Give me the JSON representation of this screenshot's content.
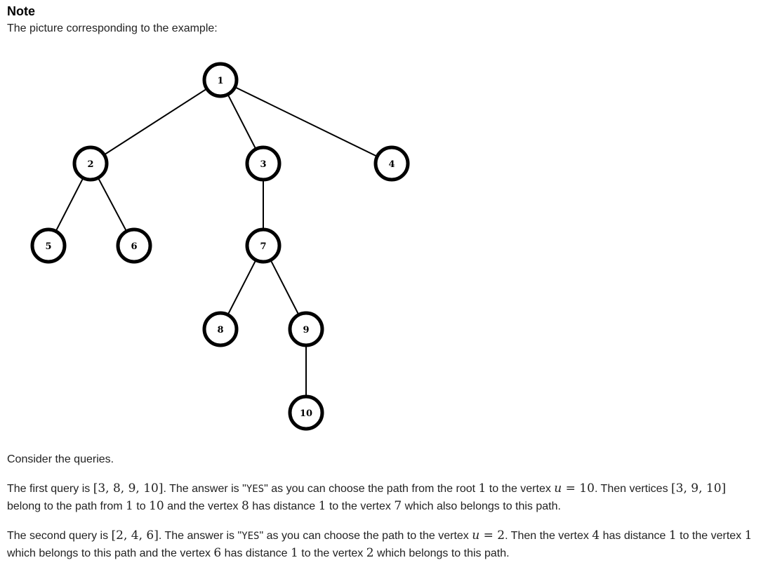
{
  "note": {
    "heading": "Note",
    "intro": "The picture corresponding to the example:"
  },
  "tree": {
    "nodes": [
      {
        "label": "1"
      },
      {
        "label": "2"
      },
      {
        "label": "3"
      },
      {
        "label": "4"
      },
      {
        "label": "5"
      },
      {
        "label": "6"
      },
      {
        "label": "7"
      },
      {
        "label": "8"
      },
      {
        "label": "9"
      },
      {
        "label": "10"
      }
    ],
    "edges": [
      [
        "1",
        "2"
      ],
      [
        "1",
        "3"
      ],
      [
        "1",
        "4"
      ],
      [
        "2",
        "5"
      ],
      [
        "2",
        "6"
      ],
      [
        "3",
        "7"
      ],
      [
        "7",
        "8"
      ],
      [
        "7",
        "9"
      ],
      [
        "9",
        "10"
      ]
    ]
  },
  "text": {
    "consider": "Consider the queries.",
    "q1": {
      "p1": "The first query is ",
      "m1": "[3, 8, 9, 10]",
      "p2": ". The answer is \"",
      "yes": "YES",
      "p3": "\" as you can choose the path from the root ",
      "m2": "1",
      "p4": " to the vertex ",
      "mu": "u",
      "m3": " = 10",
      "p5": ". Then vertices ",
      "m4": "[3, 9, 10]",
      "p6": " belong to the path from ",
      "m5": "1",
      "p7": " to ",
      "m6": "10",
      "p8": " and the vertex ",
      "m7": "8",
      "p9": " has distance ",
      "m8": "1",
      "p10": " to the vertex ",
      "m9": "7",
      "p11": " which also belongs to this path."
    },
    "q2": {
      "p1": "The second query is ",
      "m1": "[2, 4, 6]",
      "p2": ". The answer is \"",
      "yes": "YES",
      "p3": "\" as you can choose the path to the vertex ",
      "mu": "u",
      "m2": " = 2",
      "p4": ". Then the vertex ",
      "m3": "4",
      "p5": " has distance ",
      "m4": "1",
      "p6": " to the vertex ",
      "m5": "1",
      "p7": " which belongs to this path and the vertex ",
      "m6": "6",
      "p8": " has distance ",
      "m7": "1",
      "p9": " to the vertex ",
      "m8": "2",
      "p10": " which belongs to this path."
    }
  }
}
